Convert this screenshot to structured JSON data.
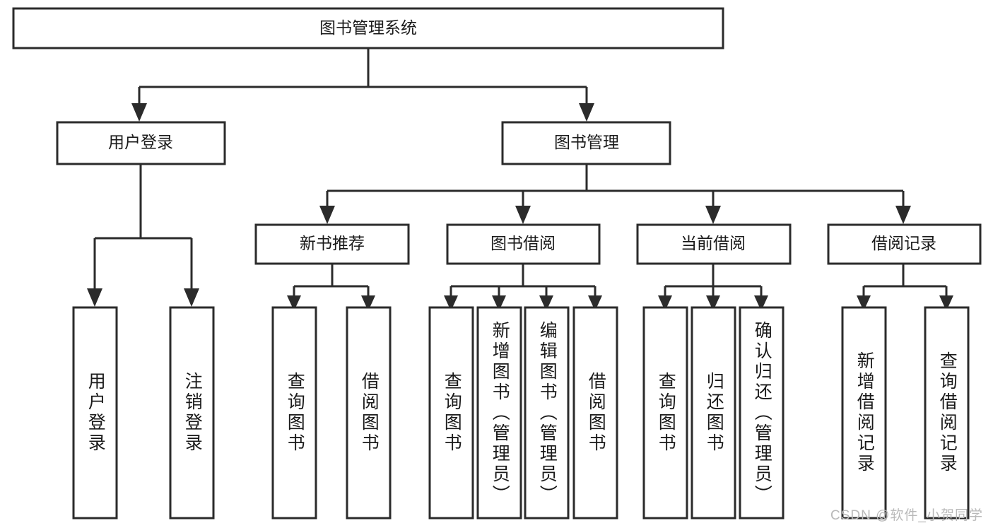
{
  "diagram": {
    "type": "tree-hierarchy-functional-decomposition",
    "title": "图书管理系统",
    "orientation": "top-down",
    "root": {
      "id": "root",
      "label": "图书管理系统",
      "level": 1
    },
    "level2": [
      {
        "id": "user-login",
        "label": "用户登录",
        "level": 2
      },
      {
        "id": "book-management",
        "label": "图书管理",
        "level": 2
      }
    ],
    "level3": [
      {
        "id": "new-book-recommend",
        "label": "新书推荐",
        "level": 3,
        "parent": "book-management"
      },
      {
        "id": "book-borrow",
        "label": "图书借阅",
        "level": 3,
        "parent": "book-management"
      },
      {
        "id": "current-borrow",
        "label": "当前借阅",
        "level": 3,
        "parent": "book-management"
      },
      {
        "id": "borrow-record",
        "label": "借阅记录",
        "level": 3,
        "parent": "book-management"
      }
    ],
    "leaves": [
      {
        "id": "leaf-user-login",
        "label": "用户登录",
        "parent": "user-login"
      },
      {
        "id": "leaf-user-logout",
        "label": "注销登录",
        "parent": "user-login"
      },
      {
        "id": "leaf-query-book-1",
        "label": "查询图书",
        "parent": "new-book-recommend"
      },
      {
        "id": "leaf-borrow-book-1",
        "label": "借阅图书",
        "parent": "new-book-recommend"
      },
      {
        "id": "leaf-query-book-2",
        "label": "查询图书",
        "parent": "book-borrow"
      },
      {
        "id": "leaf-add-book",
        "label": "新增图书（管理员）",
        "parent": "book-borrow"
      },
      {
        "id": "leaf-edit-book",
        "label": "编辑图书（管理员）",
        "parent": "book-borrow"
      },
      {
        "id": "leaf-borrow-book-2",
        "label": "借阅图书",
        "parent": "book-borrow"
      },
      {
        "id": "leaf-query-book-3",
        "label": "查询图书",
        "parent": "current-borrow"
      },
      {
        "id": "leaf-return-book",
        "label": "归还图书",
        "parent": "current-borrow"
      },
      {
        "id": "leaf-confirm-return",
        "label": "确认归还（管理员）",
        "parent": "current-borrow"
      },
      {
        "id": "leaf-add-record",
        "label": "新增借阅记录",
        "parent": "borrow-record"
      },
      {
        "id": "leaf-query-record",
        "label": "查询借阅记录",
        "parent": "borrow-record"
      }
    ],
    "colors": {
      "background": "#ffffff",
      "box_fill": "#ffffff",
      "box_stroke": "#2b2b2b",
      "text": "#1a1a1a",
      "connector": "#2b2b2b",
      "watermark": "#b9b9b9"
    }
  },
  "watermark": {
    "text": "CSDN @软件_小贺同学"
  }
}
